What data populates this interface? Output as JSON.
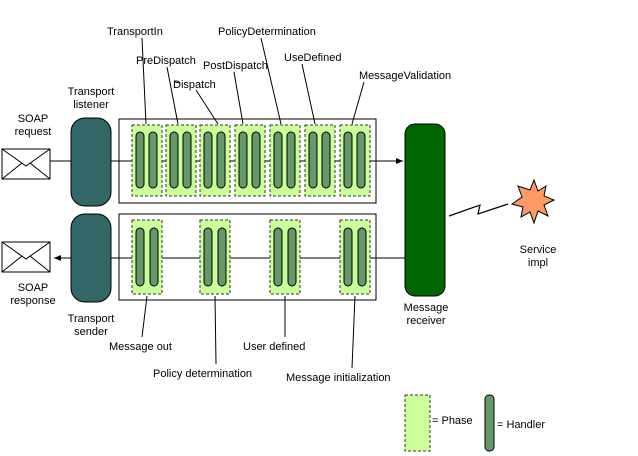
{
  "soap_request": {
    "line1": "SOAP",
    "line2": "request"
  },
  "soap_response": {
    "line1": "SOAP",
    "line2": "response"
  },
  "transport_listener": {
    "line1": "Transport",
    "line2": "listener"
  },
  "transport_sender": {
    "line1": "Transport",
    "line2": "sender"
  },
  "message_receiver": {
    "line1": "Message",
    "line2": "receiver"
  },
  "service_impl": {
    "line1": "Service",
    "line2": "impl"
  },
  "inflow_phases": [
    "TransportIn",
    "PreDispatch",
    "Dispatch",
    "PostDispatch",
    "PolicyDetermination",
    "UseDefined",
    "MessageValidation"
  ],
  "outflow_phases": [
    "Message out",
    "Policy determination",
    "User defined",
    "Message initialization"
  ],
  "legend": {
    "phase": "= Phase",
    "handler": "= Handler"
  },
  "colors": {
    "phase_fill": "#ccff99",
    "handler_fill": "#66996a",
    "transport_fill": "#336666",
    "receiver_fill": "#006600",
    "burst_fill": "#ff9966"
  }
}
